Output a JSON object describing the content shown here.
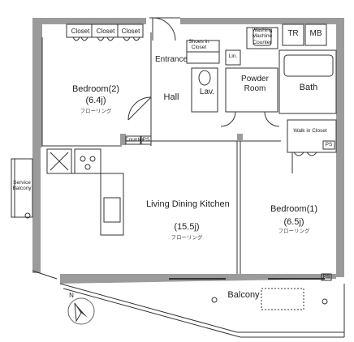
{
  "labels": {
    "closet_1": "Closet",
    "closet_2": "Closet",
    "closet_3": "Closet",
    "bedroom2_name": "Bedroom(2)",
    "bedroom2_size": "(6.4j)",
    "bedroom2_floor": "フローリング",
    "entrance": "Entrance",
    "shoes_in_closet": "Shoes in Closet",
    "hall": "Hall",
    "lav": "Lav.",
    "lin": "Lin.",
    "washing_machine_counter": "Washing Machine Counter",
    "tr": "TR",
    "mb": "MB",
    "powder_room": "Powder Room",
    "bath": "Bath",
    "counter": "Counter",
    "ps_1": "PS",
    "ps_2": "PS",
    "ps_3": "PS",
    "walk_in_closet": "Walk in Closet",
    "service_balcony": "Service Balcony",
    "ldk_name": "Living Dining Kitchen",
    "ldk_size": "(15.5j)",
    "ldk_floor": "フローリング",
    "bedroom1_name": "Bedroom(1)",
    "bedroom1_size": "(6.5j)",
    "bedroom1_floor": "フローリング",
    "balcony": "Balcony",
    "north": "N"
  },
  "colors": {
    "wall": "#9b9b9b",
    "line": "#333333",
    "fixture": "#555555"
  }
}
